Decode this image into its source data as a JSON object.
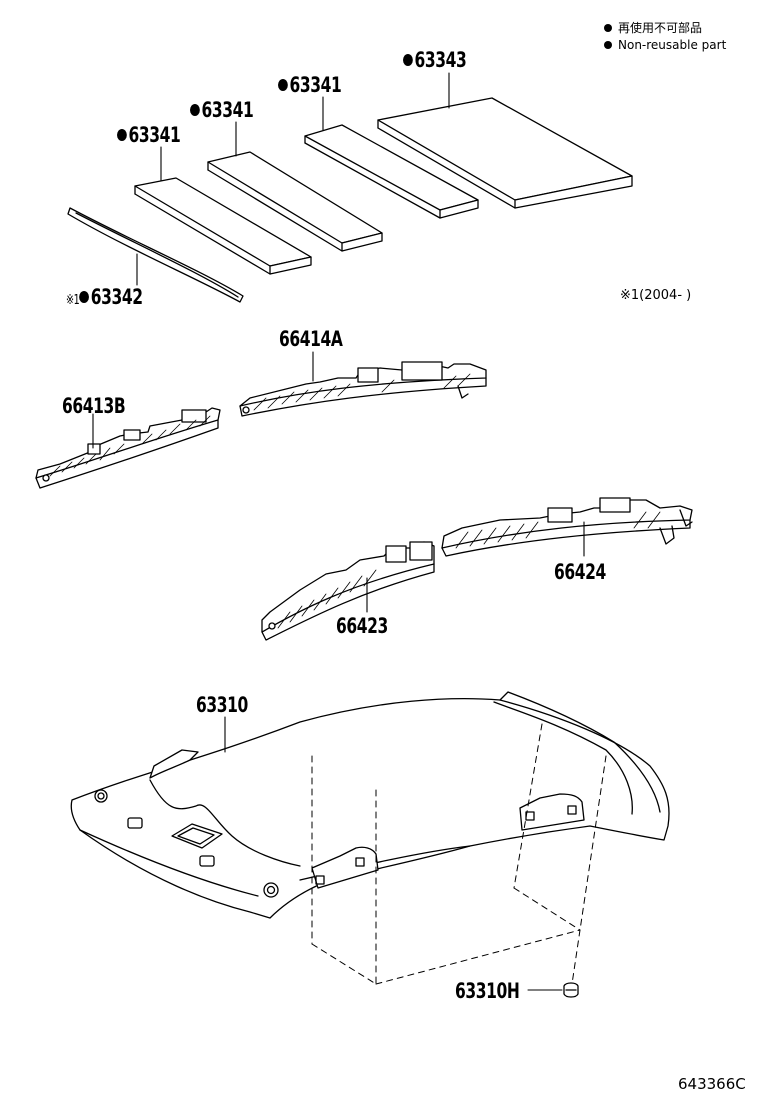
{
  "legend": {
    "line1": "再使用不可部品",
    "line2": "Non-reusable part"
  },
  "parts": {
    "p63343": "63343",
    "p63341_a": "63341",
    "p63341_b": "63341",
    "p63341_c": "63341",
    "p63342_prefix": "※1",
    "p63342": "63342",
    "p66414A": "66414A",
    "p66413B": "66413B",
    "p66424": "66424",
    "p66423": "66423",
    "p63310": "63310",
    "p63310H": "63310H"
  },
  "note_right": "※1(2004-      )",
  "figure_number": "643366C"
}
